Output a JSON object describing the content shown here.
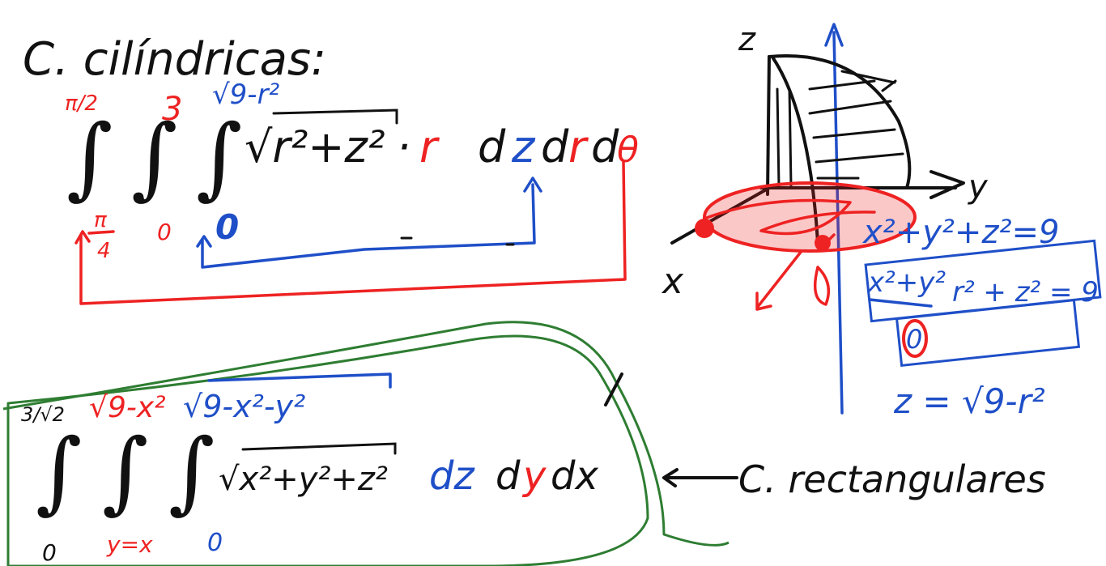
{
  "colors": {
    "ink": "#111111",
    "red": "#ee2222",
    "blue": "#1f4fc8",
    "green": "#2e7d32"
  },
  "cyl": {
    "title": "C. cilíndricas:",
    "lim_theta_top": "π/2",
    "lim_theta_bot_num": "π",
    "lim_theta_bot_den": "4",
    "lim_r_top": "3",
    "lim_r_bot": "0",
    "lim_z_top": "√9-r²",
    "lim_z_bot": "0",
    "integrand": "√r²+z²",
    "dot": "·",
    "r_factor": "r",
    "d1": "d",
    "z_var": "z",
    "d2": "d",
    "r_var": "r",
    "d3": "d",
    "theta_var": "θ"
  },
  "rect": {
    "label": "C. rectangulares",
    "lim_x_top": "3/√2",
    "lim_x_bot": "0",
    "lim_y_top": "√9-x²",
    "lim_y_bot": "y=x",
    "lim_z_top": "√9-x²-y²",
    "lim_z_bot": "0",
    "integrand": "√x²+y²+z²",
    "dz": "dz",
    "d_y": "d",
    "y_var": "y",
    "dx": "dx"
  },
  "sketch": {
    "axis_z": "z",
    "axis_y": "y",
    "axis_x": "x",
    "eq_sphere": "x²+y²+z²=9",
    "eq_sub1": "x²+y²",
    "eq_sub2": "r² + z² = 9",
    "eq_circled": "0",
    "eq_result": "z = √9-r²"
  }
}
